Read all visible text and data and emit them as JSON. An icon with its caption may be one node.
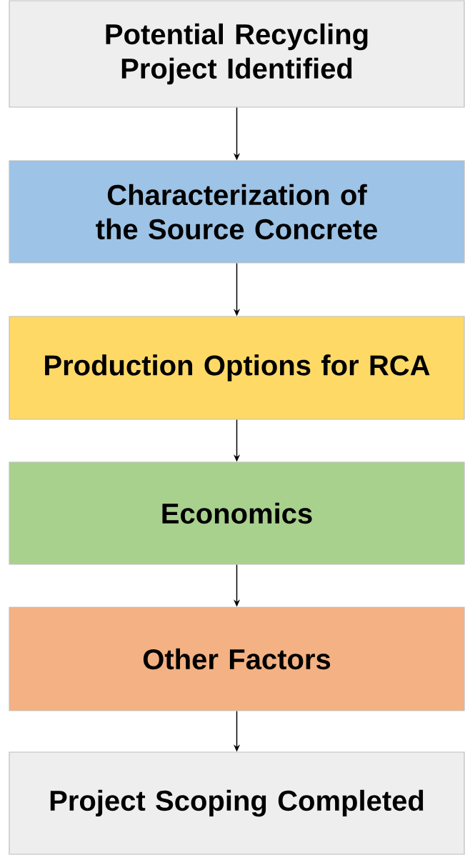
{
  "diagram": {
    "nodes": [
      {
        "text": [
          "Potential Recycling Project Identified"
        ]
      },
      {
        "text": [
          "Characterization of the Source Concrete"
        ]
      },
      {
        "text": [
          "Production Options for RCA"
        ]
      },
      {
        "text": [
          "Economics"
        ]
      },
      {
        "text": [
          "Other Factors"
        ]
      },
      {
        "text": [
          "Project Scoping Completed"
        ]
      }
    ],
    "edges": [
      {
        "from": 0,
        "to": 1,
        "arrow": "to"
      },
      {
        "from": 1,
        "to": 2,
        "arrow": "to"
      },
      {
        "from": 2,
        "to": 3,
        "arrow": "to"
      },
      {
        "from": 3,
        "to": 4,
        "arrow": "to"
      },
      {
        "from": 4,
        "to": 5,
        "arrow": "to"
      }
    ]
  }
}
